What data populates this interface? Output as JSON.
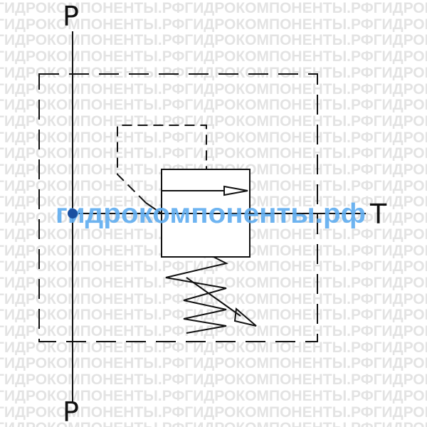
{
  "watermark": {
    "text": "ГИДРОКОМПОНЕНТЫ.РФ",
    "color": "#e3e3e3"
  },
  "ports": {
    "top": "P",
    "bottom": "P",
    "right": "T"
  },
  "overlay_watermark": {
    "text": "гидрокомпоненты.рф",
    "color": "#62aef0"
  },
  "colors": {
    "line": "#111111",
    "junction": "#1a4fa0"
  }
}
